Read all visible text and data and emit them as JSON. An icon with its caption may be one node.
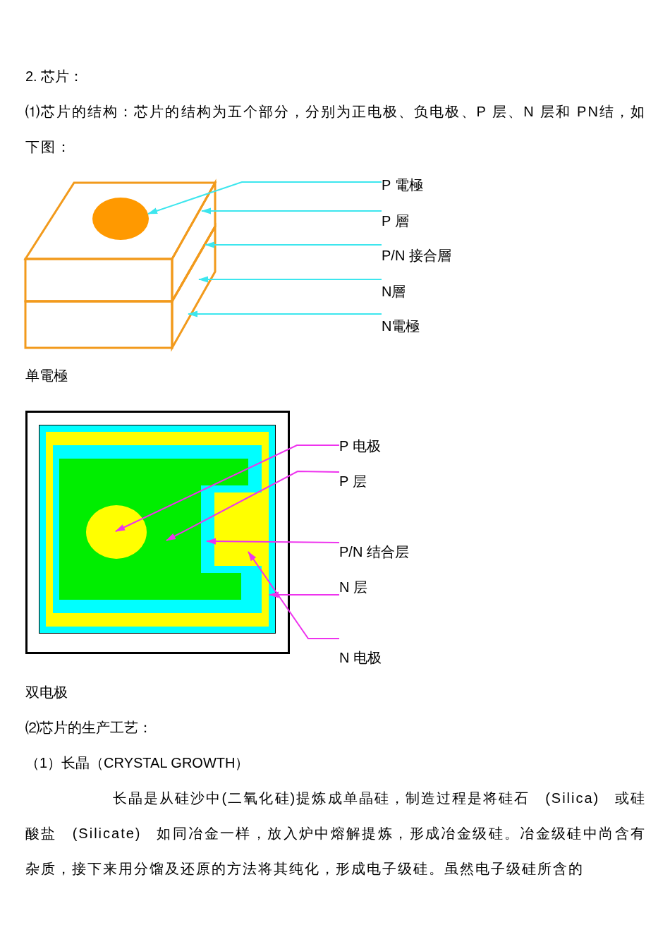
{
  "diagram": {
    "nodes": [
      {
        "text": [
          "P 電極"
        ]
      },
      {
        "text": [
          "P 層"
        ]
      },
      {
        "text": [
          "P/N 接合層"
        ]
      },
      {
        "text": [
          "N層"
        ]
      },
      {
        "text": [
          "N電極"
        ]
      },
      {
        "text": [
          "P 电极"
        ]
      },
      {
        "text": [
          "P 层"
        ]
      },
      {
        "text": [
          "P/N 结合层"
        ]
      },
      {
        "text": [
          "N 层"
        ]
      },
      {
        "text": [
          "N 电极"
        ]
      },
      {
        "text": [],
        "shape": "box"
      },
      {
        "text": [],
        "shape": "circle",
        "in": 10
      },
      {
        "text": [],
        "shape": "box"
      },
      {
        "text": [],
        "shape": "line",
        "in": 12
      },
      {
        "text": [],
        "shape": "box"
      },
      {
        "text": [],
        "shape": "box",
        "in": 14
      },
      {
        "text": [],
        "shape": "box",
        "in": 15
      },
      {
        "text": [],
        "shape": "circle",
        "in": 16
      },
      {
        "text": [],
        "shape": "box",
        "in": 15
      }
    ],
    "edges": [
      {
        "from": 0,
        "to": 11,
        "arrow": "to"
      },
      {
        "from": 1,
        "to": 10,
        "arrow": "to"
      },
      {
        "from": 2,
        "to": 13,
        "arrow": "to"
      },
      {
        "from": 3,
        "to": 12,
        "arrow": "to"
      },
      {
        "from": 4,
        "to": 12,
        "arrow": "to"
      },
      {
        "from": 5,
        "to": 17,
        "arrow": "to",
        "color": "#ee33ee"
      },
      {
        "from": 6,
        "to": 16,
        "arrow": "to",
        "color": "#ee33ee"
      },
      {
        "from": 7,
        "to": 15,
        "arrow": "to",
        "color": "#ee33ee"
      },
      {
        "from": 8,
        "to": 14,
        "arrow": "to",
        "color": "#ee33ee"
      },
      {
        "from": 9,
        "to": 18,
        "arrow": "to",
        "color": "#ee33ee"
      }
    ],
    "labels": [
      "2. 芯片：",
      "⑴芯片的结构：芯片的结构为五个部分，分别为正电极、负电极、P 层、N 层和 PN结，如下图：",
      "单電極",
      "双电极",
      "⑵芯片的生产工艺：",
      "（1）长晶（CRYSTAL GROWTH）",
      "长晶是从硅沙中(二氧化硅)提炼成单晶硅，制造过程是将硅石 (Silica) 或硅酸盐 (Silicate) 如同冶金一样，放入炉中熔解提炼，形成冶金级硅。冶金级硅中尚含有杂质，接下来用分馏及还原的方法将其纯化，形成电子级硅。虽然电子级硅所含的"
    ]
  }
}
